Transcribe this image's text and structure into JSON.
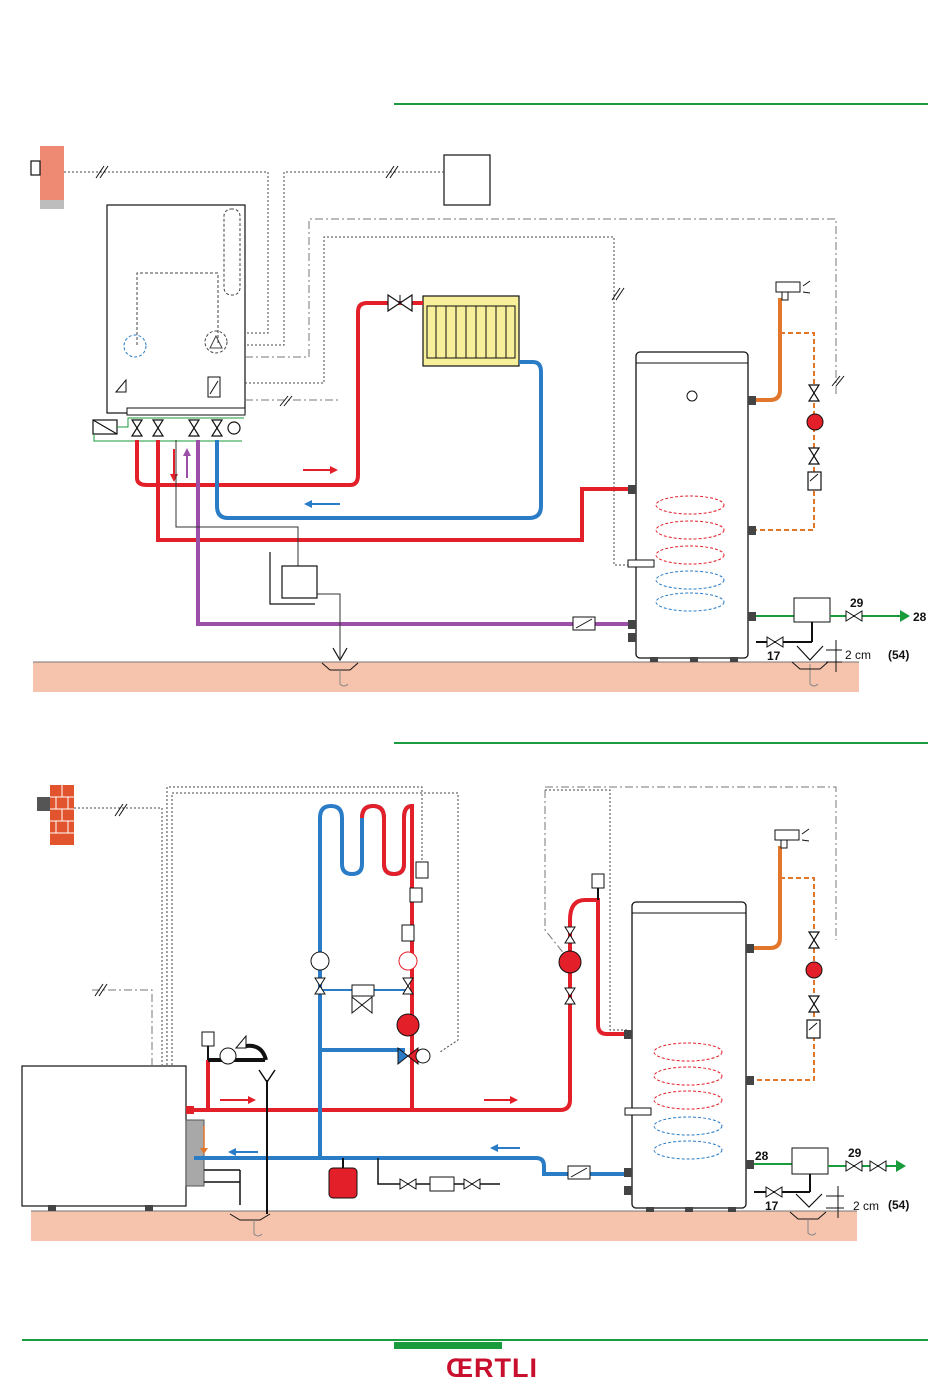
{
  "colors": {
    "green": "#1a9b3c",
    "hot": "#e3202a",
    "cold": "#2a7cc7",
    "dhw": "#e2762b",
    "purple": "#9b4fa8",
    "floor": "#f6c3ad",
    "brick": "#e2542e",
    "radiator": "#f7ef9a",
    "logo": "#c8102e"
  },
  "top_diagram": {
    "label_29": "29",
    "label_28": "28",
    "label_17": "17",
    "dim_gap": "2 cm",
    "dim_ref": "(54)"
  },
  "bottom_diagram": {
    "label_28": "28",
    "label_29": "29",
    "label_17": "17",
    "dim_gap": "2 cm",
    "dim_ref": "(54)"
  },
  "footer": {
    "logo_text": "ŒRTLI"
  }
}
